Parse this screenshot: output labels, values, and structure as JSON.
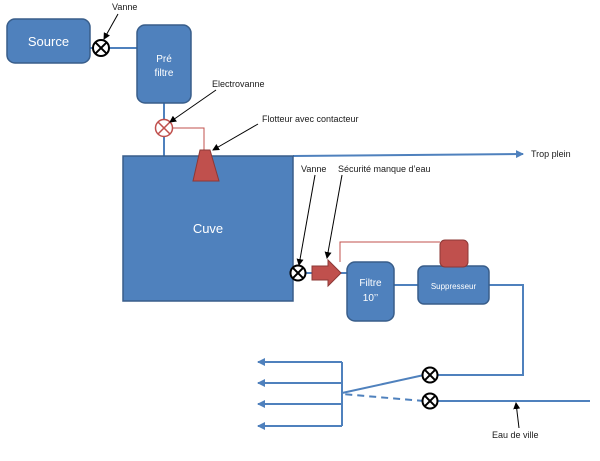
{
  "nodes": {
    "source": "Source",
    "prefiltre_line1": "Pré",
    "prefiltre_line2": "filtre",
    "cuve": "Cuve",
    "filtre_line1": "Filtre",
    "filtre_line2": "10’’",
    "suppresseur": "Suppresseur"
  },
  "labels": {
    "vanne_top": "Vanne",
    "electrovanne": "Electrovanne",
    "flotteur": "Flotteur avec contacteur",
    "trop_plein": "Trop plein",
    "vanne_mid": "Vanne",
    "securite": "Sécurité manque  d’eau",
    "eau_de_ville": "Eau de ville"
  },
  "colors": {
    "box_fill": "#4F81BD",
    "box_stroke": "#385D8A",
    "pipe": "#4F81BD",
    "accent_red": "#C0504D",
    "wire_red": "#C0504D",
    "valve_stroke": "#000000",
    "electrovanne_stroke": "#C0504D",
    "pointer": "#000000"
  }
}
